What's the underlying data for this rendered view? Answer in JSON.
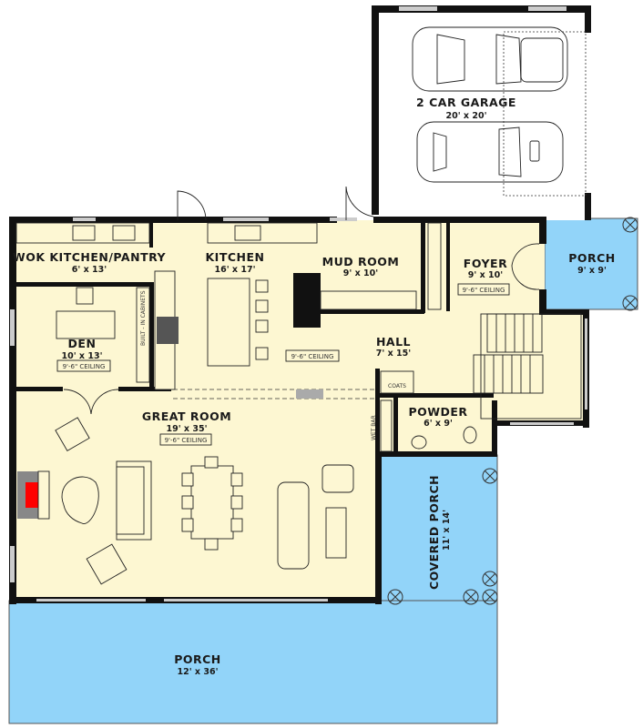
{
  "colors": {
    "interior": "#FDF7D2",
    "porch": "#92D4F9",
    "wall": "#111111",
    "fireplace": "#FF0000",
    "garage": "#FFFFFF"
  },
  "rooms": {
    "garage": {
      "name": "2 CAR GARAGE",
      "size": "20' x 20'"
    },
    "wok_kitchen": {
      "name": "WOK KITCHEN/PANTRY",
      "size": "6' x 13'"
    },
    "kitchen": {
      "name": "KITCHEN",
      "size": "16' x 17'",
      "ceiling": "9'-6\" CEILING"
    },
    "mud_room": {
      "name": "MUD ROOM",
      "size": "9' x 10'"
    },
    "foyer": {
      "name": "FOYER",
      "size": "9' x 10'",
      "ceiling": "9'-6\" CEILING"
    },
    "porch_entry": {
      "name": "PORCH",
      "size": "9' x 9'"
    },
    "den": {
      "name": "DEN",
      "size": "10' x 13'",
      "ceiling": "9'-6\" CEILING"
    },
    "hall": {
      "name": "HALL",
      "size": "7' x 15'"
    },
    "powder": {
      "name": "POWDER",
      "size": "6' x 9'"
    },
    "great_room": {
      "name": "GREAT ROOM",
      "size": "19' x 35'",
      "ceiling": "9'-6\" CEILING"
    },
    "covered_porch": {
      "name": "COVERED PORCH",
      "size": "11' x 14'"
    },
    "porch_rear": {
      "name": "PORCH",
      "size": "12' x 36'"
    }
  },
  "labels": {
    "built_in": "BUILT - IN CABINETS",
    "coats": "COATS",
    "wet_bar": "WET BAR"
  },
  "icons": [
    "car-icon",
    "light-fixture-icon",
    "fireplace-icon",
    "sofa-icon",
    "armchair-icon",
    "dining-table-icon",
    "door-swing-icon",
    "stairs-icon"
  ]
}
